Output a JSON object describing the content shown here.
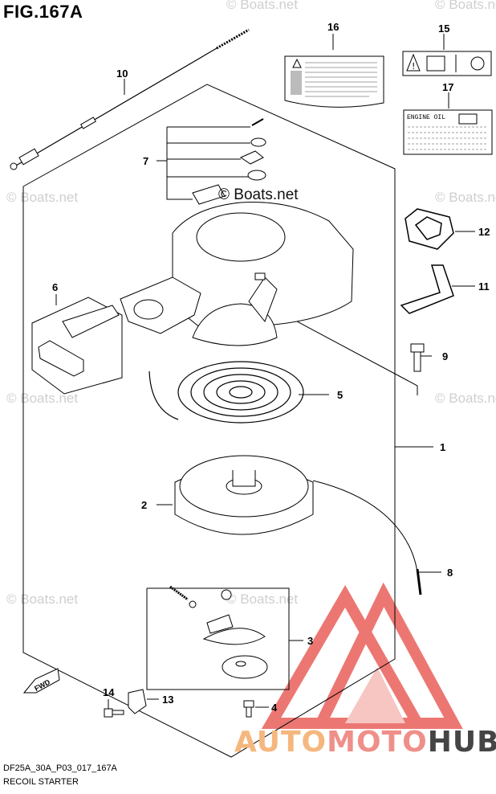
{
  "figure": {
    "title": "FIG.167A",
    "code": "DF25A_30A_P03_017_167A",
    "name": "RECOIL STARTER"
  },
  "callouts": [
    "1",
    "2",
    "3",
    "4",
    "5",
    "6",
    "7",
    "8",
    "9",
    "10",
    "11",
    "12",
    "13",
    "14",
    "15",
    "16",
    "17"
  ],
  "labels": {
    "engine_oil": "ENGINE OIL",
    "fwd": "FWD"
  },
  "watermark": {
    "text": "© Boats.net",
    "overlay_text": "© Boats.net"
  },
  "brand": {
    "part1": "AUTO",
    "part2": "MOTO",
    "part3": "HUB",
    "color_auto": "#f5b77e",
    "color_moto": "#ef8f8a",
    "color_hub": "#454545",
    "logo_color": "#e8564f"
  }
}
